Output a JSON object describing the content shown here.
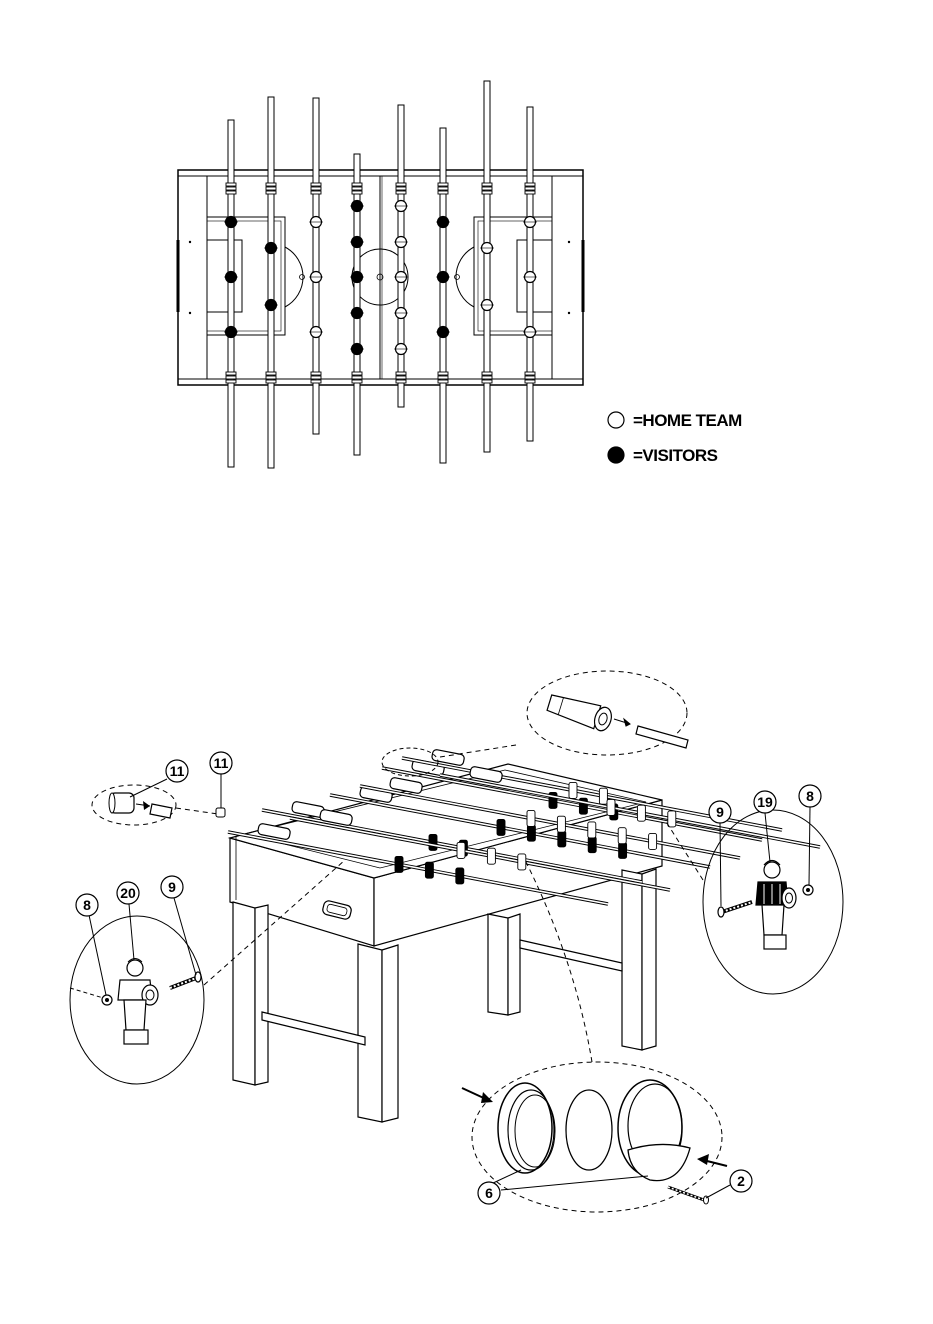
{
  "legend": {
    "home_label": "=HOME TEAM",
    "visitors_label": "=VISITORS"
  },
  "top_view": {
    "rods": [
      {
        "team": "visitors",
        "men": 3
      },
      {
        "team": "visitors",
        "men": 2
      },
      {
        "team": "home",
        "men": 3
      },
      {
        "team": "visitors",
        "men": 5
      },
      {
        "team": "home",
        "men": 5
      },
      {
        "team": "visitors",
        "men": 3
      },
      {
        "team": "home",
        "men": 2
      },
      {
        "team": "home",
        "men": 3
      }
    ]
  },
  "callouts": {
    "handle_left_a": "11",
    "handle_left_b": "11",
    "player_left_nut": "8",
    "player_left_figure": "20",
    "player_left_bolt": "9",
    "player_right_bolt": "9",
    "player_right_figure": "19",
    "player_right_nut": "8",
    "goal_cup": "6",
    "goal_screw": "2"
  },
  "colors": {
    "line": "#000000",
    "visitors_fill": "#000000",
    "home_fill": "#ffffff"
  }
}
